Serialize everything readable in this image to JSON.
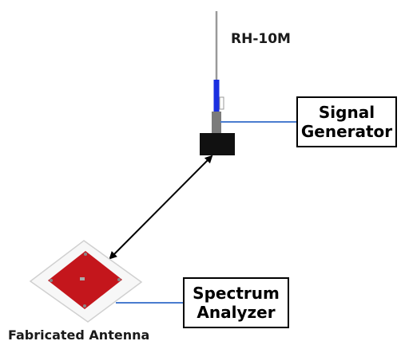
{
  "antenna_label": "RH-10M",
  "signal_generator": {
    "line1": "Signal",
    "line2": "Generator"
  },
  "spectrum_analyzer": {
    "line1": "Spectrum",
    "line2": "Analyzer"
  },
  "fabricated_antenna_label": "Fabricated Antenna",
  "colors": {
    "cable": "#4a7ccf",
    "whip": "#9a9a9a",
    "whip_band": "#1a2fe0",
    "mount": "#111111",
    "patch": "#c4161c",
    "substrate": "#f7f7f7",
    "arrow": "#000000"
  }
}
